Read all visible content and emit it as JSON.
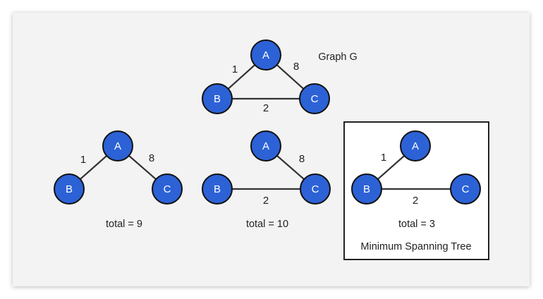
{
  "graph": {
    "title": "Graph G",
    "nodes": {
      "a": "A",
      "b": "B",
      "c": "C"
    },
    "weights": {
      "ab": "1",
      "ac": "8",
      "bc": "2"
    }
  },
  "candidates": [
    {
      "nodes": {
        "a": "A",
        "b": "B",
        "c": "C"
      },
      "weights": {
        "ab": "1",
        "ac": "8"
      },
      "total": "total = 9"
    },
    {
      "nodes": {
        "a": "A",
        "b": "B",
        "c": "C"
      },
      "weights": {
        "ac": "8",
        "bc": "2"
      },
      "total": "total = 10"
    }
  ],
  "mst": {
    "nodes": {
      "a": "A",
      "b": "B",
      "c": "C"
    },
    "weights": {
      "ab": "1",
      "bc": "2"
    },
    "total": "total = 3",
    "caption": "Minimum Spanning Tree"
  },
  "colors": {
    "node_fill": "#2c62d6",
    "edge": "#333333",
    "panel_bg": "#f3f3f3"
  }
}
